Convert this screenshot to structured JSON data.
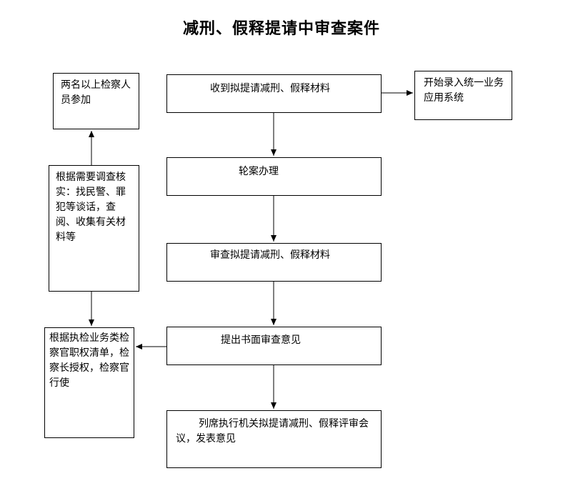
{
  "title": "减刑、假释提请中审查案件",
  "nodes": {
    "receive_materials": "收到拟提请减刑、假释材料",
    "rotation": "轮案办理",
    "review_materials": "审查拟提请减刑、假释材料",
    "written_opinion": "提出书面审查意见",
    "attend_meeting": "列席执行机关拟提请减刑、假释评审会议，发表意见",
    "enter_system": "开始录入统一业务应用系统",
    "two_prosecutors": "两名以上检察人员参加",
    "verify_as_needed": "根据需要调查核实：找民警、罪犯等谈话，查阅、收集有关材料等",
    "authority_list": "根据执检业务类检察官职权清单，检察长授权，检察官行使"
  },
  "edges": [
    {
      "from": "receive_materials",
      "to": "rotation"
    },
    {
      "from": "rotation",
      "to": "review_materials"
    },
    {
      "from": "review_materials",
      "to": "written_opinion"
    },
    {
      "from": "written_opinion",
      "to": "attend_meeting"
    },
    {
      "from": "receive_materials",
      "to": "enter_system"
    },
    {
      "from": "verify_as_needed",
      "to": "two_prosecutors"
    },
    {
      "from": "verify_as_needed",
      "to": "authority_list"
    },
    {
      "from": "written_opinion",
      "to": "authority_list"
    }
  ]
}
